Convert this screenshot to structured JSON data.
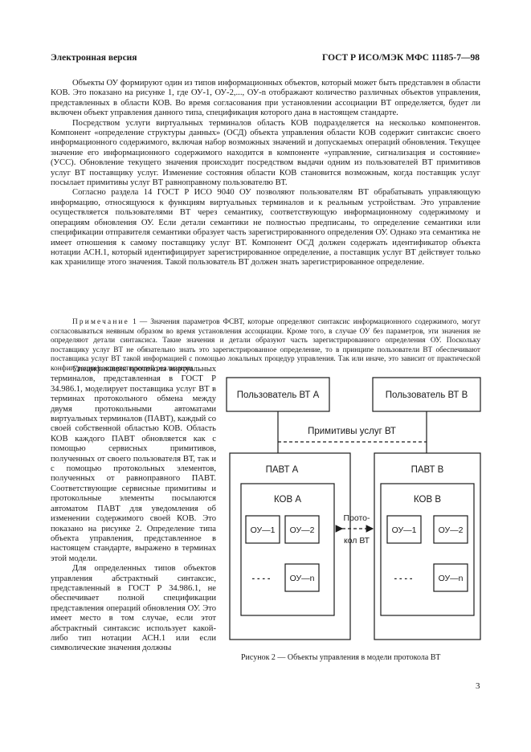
{
  "header": {
    "left": "Электронная версия",
    "right": "ГОСТ Р ИСО/МЭК МФС 11185-7—98"
  },
  "paragraphs": [
    "Объекты ОУ формируют один из типов информационных объектов, который может быть представлен в области КОВ. Это показано на рисунке 1, где ОУ-1, ОУ-2,..., ОУ-n отображают количество различных объектов управления, представленных в области КОВ. Во время согласования при установлении ассоциации ВТ определяется, будет ли включен объект управления данного типа, спецификация которого дана в настоящем стандарте.",
    "Посредством услуги виртуальных терминалов область КОВ подразделяется на несколько компонентов. Компонент «определение структуры данных» (ОСД) объекта управления области КОВ содержит синтаксис своего информационного содержимого, включая набор возможных значений и допускаемых операций обновления. Текущее значение его информационного содержимого находится в компоненте «управление, сигнализация и состояние» (УСС). Обновление текущего значения происходит посредством выдачи одним из пользователей ВТ примитивов услуг ВТ поставщику услуг. Изменение состояния области КОВ становится возможным, когда поставщик услуг посылает примитивы услуг ВТ равноправному пользователю ВТ.",
    "Согласно раздела 14 ГОСТ Р ИСО 9040 ОУ позволяют пользователям ВТ обрабатывать управляющую информацию, относящуюся к функциям виртуальных терминалов и к реальным устройствам. Это управление осуществляется пользователями ВТ через семантику, соответствующую информационному содержимому и операциям обновления ОУ. Если детали семантики не полностью предписаны, то определение семантики или спецификации отправителя семантики образует часть зарегистрированного определения ОУ. Однако эта семантика не имеет отношения к самому поставщику услуг ВТ. Компонент ОСД должен содержать идентификатор объекта нотации АСН.1, который идентифицирует зарегистрированное определение, а поставщик услуг ВТ действует только как хранилище этого значения. Такой пользователь ВТ должен знать зарегистрированное определение."
  ],
  "note": {
    "label": "Примечание",
    "text": " 1 — Значения параметров ФСВТ, которые определяют синтаксис информационного содержимого, могут согласовываться неявным образом во время установления ассоциации. Кроме того, в случае ОУ без параметров, эти значения не определяют детали синтаксиса. Такие значения и детали образуют часть зарегистрированного определения ОУ. Поскольку поставщику услуг ВТ не обязательно знать это зарегистрированное определение, то в принципе пользователи ВТ обеспечивают поставщика услуг ВТ такой информацией с помощью локальных процедур управления. Так или иначе, это зависит от практической конфигурации соответствующей реализации."
  },
  "left_column": [
    "Спецификация протокола виртуальных терминалов, представленная в ГОСТ Р 34.986.1, моделирует поставщика услуг ВТ в терминах протокольного обмена между двумя протокольными автоматами виртуальных терминалов (ПАВТ), каждый со своей собственной областью КОВ. Область КОВ каждого ПАВТ обновляется как с помощью сервисных примитивов, полученных от своего пользователя ВТ, так и с помощью протокольных элементов, полученных от равноправного ПАВТ. Соответствующие сервисные примитивы и протокольные элементы посылаются автоматом ПАВТ для уведомления об изменении содержимого своей КОВ. Это показано на рисунке 2. Определение типа объекта управления, представленное в настоящем стандарте, выражено в терминах этой модели.",
    "Для определенных типов объектов управления абстрактный синтаксис, представленный в ГОСТ Р 34.986.1, не обеспечивает полной спецификации представления операций обновления ОУ. Это имеет место в том случае, если этот абстрактный синтаксис использует какой-либо тип нотации АСН.1 или если символические значения должны"
  ],
  "diagram": {
    "user_a": "Пользователь ВТ  А",
    "user_b": "Пользователь ВТ В",
    "primitives": "Примитивы услуг ВТ",
    "pavt_a": "ПАВТ А",
    "pavt_b": "ПАВТ В",
    "kov_a": "КОВ А",
    "kov_b": "КОВ В",
    "ou1": "ОУ—1",
    "ou2": "ОУ—2",
    "oun": "ОУ—n",
    "dots": "- - - -",
    "protocol_line1": "Прото-",
    "protocol_line2": "кол ВТ"
  },
  "caption": "Рисунок 2 — Объекты управления в модели протокола ВТ",
  "page_number": "3"
}
